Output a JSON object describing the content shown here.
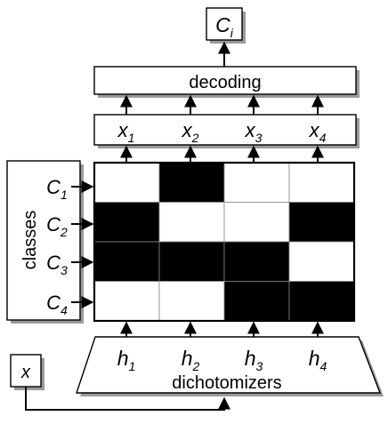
{
  "output": {
    "main": "C",
    "sub": "i"
  },
  "decoding": {
    "label": "decoding"
  },
  "code_bits": [
    {
      "main": "x",
      "sub": "1"
    },
    {
      "main": "x",
      "sub": "2"
    },
    {
      "main": "x",
      "sub": "3"
    },
    {
      "main": "x",
      "sub": "4"
    }
  ],
  "classes": {
    "label": "classes",
    "items": [
      {
        "main": "C",
        "sub": "1"
      },
      {
        "main": "C",
        "sub": "2"
      },
      {
        "main": "C",
        "sub": "3"
      },
      {
        "main": "C",
        "sub": "4"
      }
    ]
  },
  "code_matrix": [
    [
      0,
      1,
      0,
      0
    ],
    [
      1,
      0,
      0,
      1
    ],
    [
      1,
      1,
      1,
      0
    ],
    [
      0,
      0,
      1,
      1
    ]
  ],
  "colors": {
    "on": "#000000",
    "off": "#ffffff",
    "shadow": "#9a9a9a"
  },
  "dichotomizers": {
    "label": "dichotomizers",
    "items": [
      {
        "main": "h",
        "sub": "1"
      },
      {
        "main": "h",
        "sub": "2"
      },
      {
        "main": "h",
        "sub": "3"
      },
      {
        "main": "h",
        "sub": "4"
      }
    ]
  },
  "input": {
    "label": "x"
  }
}
